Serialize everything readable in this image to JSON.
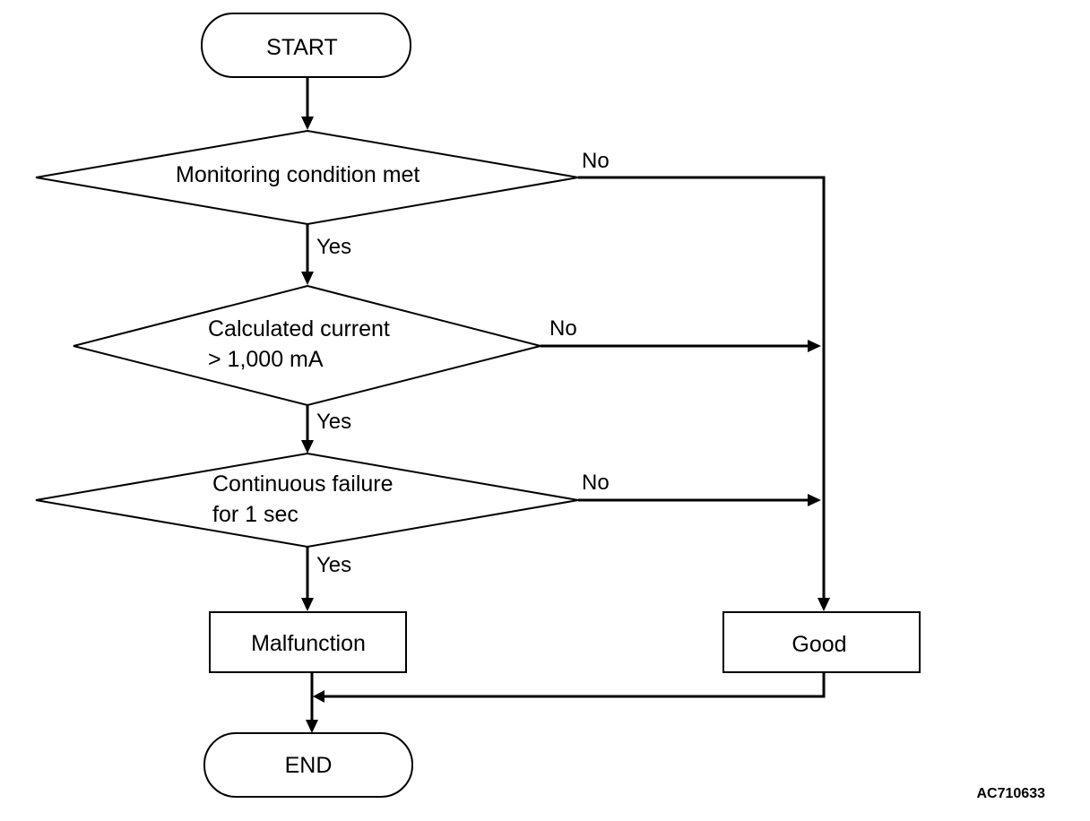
{
  "nodes": {
    "start": "START",
    "decision_monitoring": {
      "lines": [
        "Monitoring condition met"
      ]
    },
    "decision_current": {
      "lines": [
        "Calculated current",
        "> 1,000 mA"
      ]
    },
    "decision_failure": {
      "lines": [
        "Continuous failure",
        "for 1 sec"
      ]
    },
    "malfunction": "Malfunction",
    "good": "Good",
    "end": "END"
  },
  "branches": {
    "yes": "Yes",
    "no": "No"
  },
  "figure_code": "AC710633"
}
